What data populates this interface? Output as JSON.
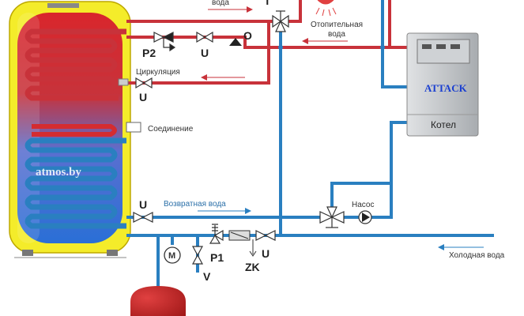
{
  "labels": {
    "hot_water": "вода",
    "t_valve": "T",
    "heating_water_1": "Отопительная",
    "heating_water_2": "вода",
    "p2": "P2",
    "u_top": "U",
    "o": "O",
    "circulation": "Циркуляция",
    "u_circ": "U",
    "connection": "Соединение",
    "watermark": "atmos.by",
    "u_return": "U",
    "return_water": "Возвратная вода",
    "pump": "Насос",
    "cold_water": "Холодная вода",
    "m": "M",
    "p1": "P1",
    "v": "V",
    "zk": "ZK",
    "u_cold": "U",
    "boiler_brand": "ATTACK",
    "boiler": "Котел"
  },
  "colors": {
    "hot_pipe": "#c8323a",
    "cold_pipe": "#2a7fc0",
    "tank_shell": "#f4ec2a",
    "boiler_body": "#c9ccd0",
    "brand": "#1a3fd0"
  }
}
